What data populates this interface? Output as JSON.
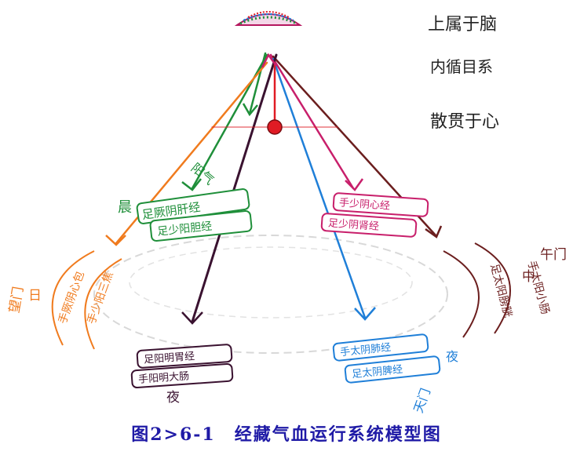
{
  "notes": {
    "line1": "上属于脑",
    "line2": "内循目系",
    "line3": "散贯于心"
  },
  "labels": {
    "top_left": "晨",
    "yang": "阳气",
    "left_ming_1": "望门",
    "left_ming_2": "日",
    "right_ming_1": "午门",
    "right_ming_2": "中",
    "bottom_left_ming": "夜",
    "bottom_right_ming_1": "天门",
    "bottom_right_ming_2": "夜"
  },
  "groups": {
    "green": [
      "足厥阴肝经",
      "足少阳胆经"
    ],
    "orange": [
      "手厥阴心包",
      "手少阳三焦"
    ],
    "pink": [
      "手少阴心经",
      "足少阴肾经"
    ],
    "maroon": [
      "足太阳膀胱",
      "手太阳小肠"
    ],
    "black": [
      "足阳明胃经",
      "手阳明大肠"
    ],
    "blue": [
      "手太阴肺经",
      "足太阴脾经"
    ]
  },
  "caption": "图2>6-1　经藏气血运行系统模型图",
  "colors": {
    "green": "#1f8f3a",
    "orange": "#f07b1e",
    "pink": "#c81f6b",
    "maroon": "#6b1e1e",
    "black": "#3a1230",
    "blue": "#1f7fd8",
    "red_node": "#e01b24",
    "caption": "#1f1aa6"
  }
}
